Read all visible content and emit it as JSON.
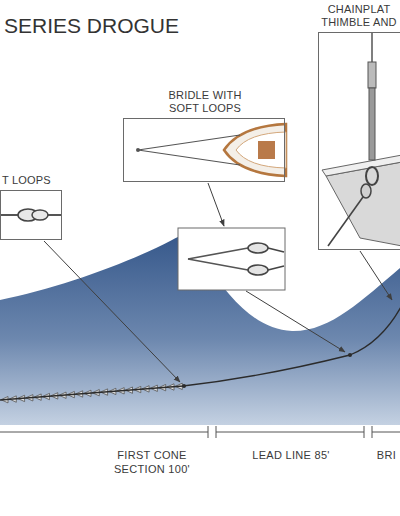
{
  "diagram": {
    "title": "SERIES DROGUE",
    "nodes": [
      {
        "text": [
          "T LOOPS"
        ]
      },
      {
        "text": [
          "BRIDLE WITH SOFT LOOPS"
        ]
      },
      {
        "text": [
          "CHAINPLAT THIMBLE AND"
        ]
      }
    ],
    "labels": [
      "FIRST CONE SECTION 100'",
      "LEAD LINE 85'",
      "BRI"
    ]
  }
}
